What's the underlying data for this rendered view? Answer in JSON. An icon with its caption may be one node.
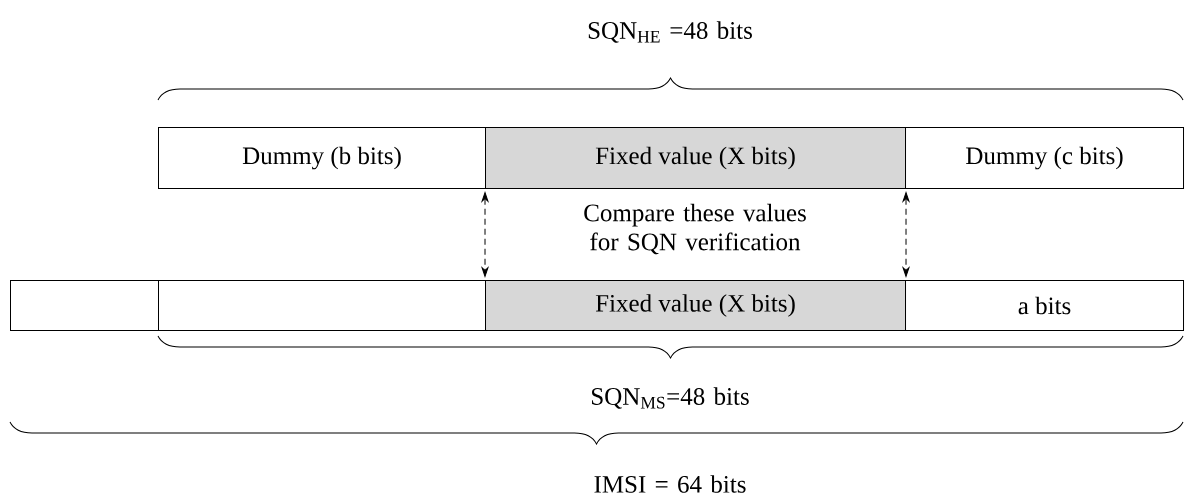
{
  "diagram": {
    "nodes": [
      {
        "text": [
          "Dummy (b bits)"
        ]
      },
      {
        "text": [
          "Fixed value (X bits)"
        ]
      },
      {
        "text": [
          "Dummy (c bits)"
        ]
      },
      {
        "text": [],
        "shape": "box"
      },
      {
        "text": [],
        "shape": "box"
      },
      {
        "text": [
          "Fixed value (X bits)"
        ]
      },
      {
        "text": [
          "a bits"
        ]
      }
    ],
    "edges": [
      {
        "from": 1,
        "to": 5,
        "arrow": "both",
        "style": "dashed"
      },
      {
        "from": 1,
        "to": 5,
        "arrow": "both",
        "style": "dashed"
      }
    ],
    "labels": [
      "SQN$_{HE}$ =48 bits",
      "Compare these values for SQN verification",
      "SQN$_{MS}$=48 bits",
      "IMSI = 64 bits"
    ]
  }
}
